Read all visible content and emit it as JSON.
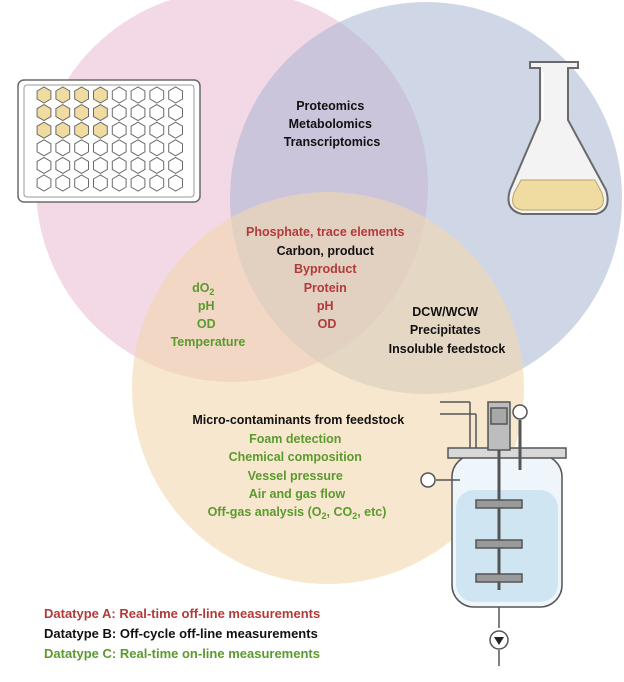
{
  "colors": {
    "type_a": "#b23a3a",
    "type_b": "#111111",
    "type_c": "#5b9a2e",
    "circle_pink": "#e9b8cf",
    "circle_blue": "#a8b6d4",
    "circle_orange": "#f2d7ad",
    "medium_yellow": "#f0dca0",
    "liquid_blue": "#cfe6f2"
  },
  "icons": [
    "well-plate-icon",
    "shake-flask-icon",
    "bioreactor-icon"
  ],
  "top_center": {
    "lines": [
      "Proteomics",
      "Metabolomics",
      "Transcriptomics"
    ]
  },
  "center": {
    "line1": "Phosphate, trace elements",
    "line2": "Carbon, product",
    "line3": "Byproduct",
    "line4": "Protein",
    "line5": "pH",
    "line6": "OD"
  },
  "left": {
    "line1": "dO",
    "line1_sub": "2",
    "line2": "pH",
    "line3": "OD",
    "line4": "Temperature"
  },
  "right": {
    "lines": [
      "DCW/WCW",
      "Precipitates",
      "Insoluble feedstock"
    ]
  },
  "bottom": {
    "line1": "Micro-contaminants from feedstock",
    "line2": "Foam detection",
    "line3": "Chemical composition",
    "line4": "Vessel pressure",
    "line5": "Air and gas flow",
    "line6_a": "Off-gas analysis (O",
    "line6_sub1": "2",
    "line6_b": ", CO",
    "line6_sub2": "2",
    "line6_c": ", etc)"
  },
  "legend": {
    "a": "Datatype A: Real-time off-line measurements",
    "b": "Datatype B: Off-cycle off-line measurements",
    "c": "Datatype C: Real-time on-line measurements"
  }
}
